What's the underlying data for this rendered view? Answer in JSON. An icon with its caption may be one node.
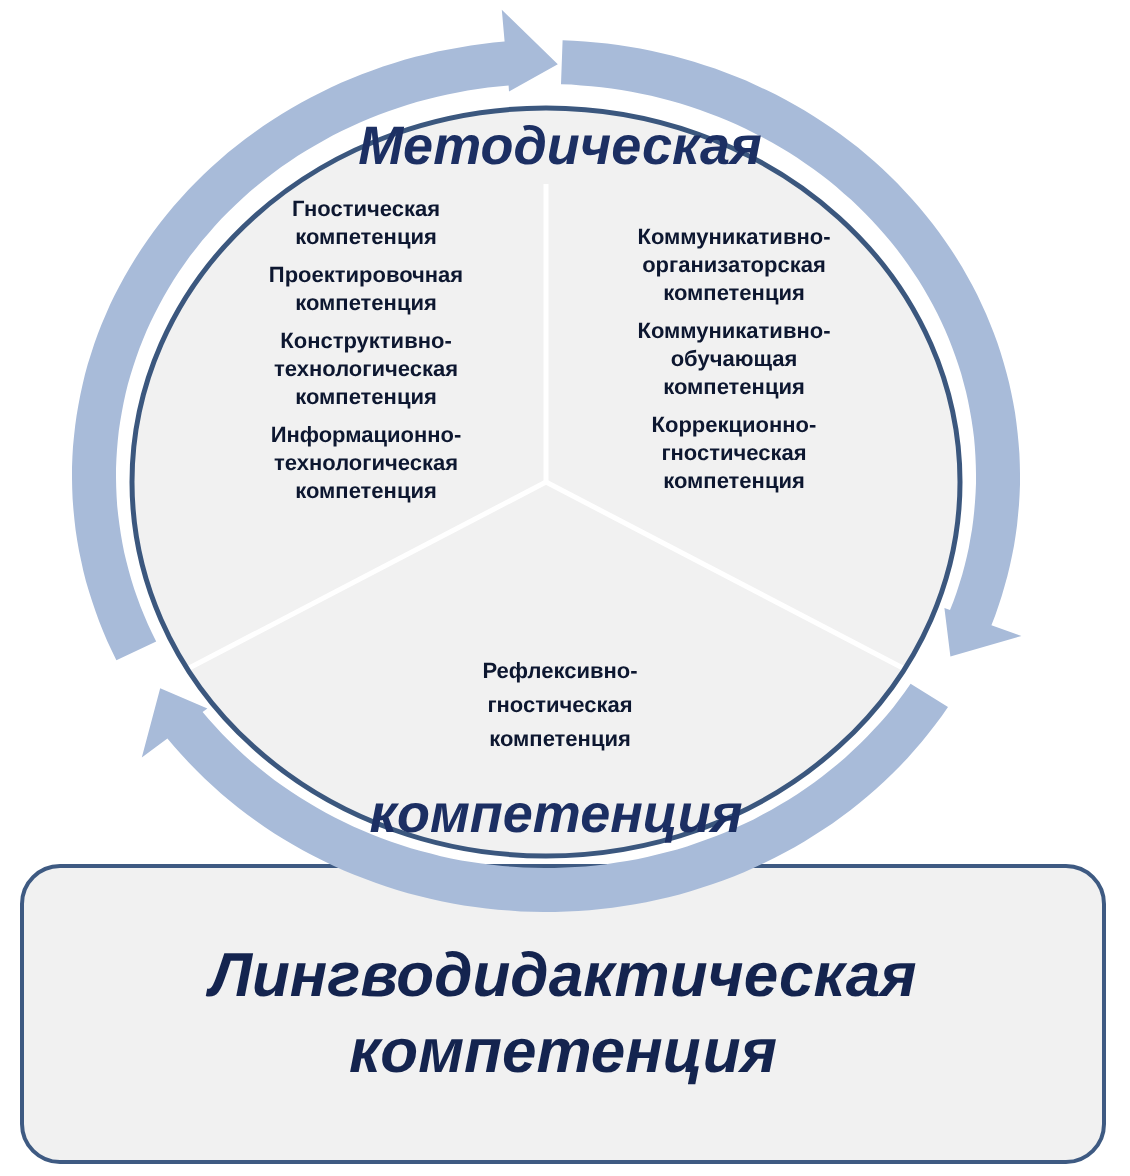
{
  "diagram": {
    "nodes": [
      {
        "text": [
          "Методическая",
          "компетенция"
        ]
      },
      {
        "text": [
          "Гностическая компетенция",
          "Проектировочная компетенция",
          "Конструктивно- технологическая компетенция",
          "Информационно- технологическая компетенция"
        ],
        "in": 0
      },
      {
        "text": [
          "Коммуникативно- организаторская компетенция",
          "Коммуникативно- обучающая компетенция",
          "Коррекционно- гностическая компетенция"
        ],
        "in": 0
      },
      {
        "text": [
          "Рефлексивно- гностическая компетенция"
        ],
        "in": 0
      },
      {
        "text": [
          "Лингводидактическая компетенция"
        ]
      }
    ]
  }
}
